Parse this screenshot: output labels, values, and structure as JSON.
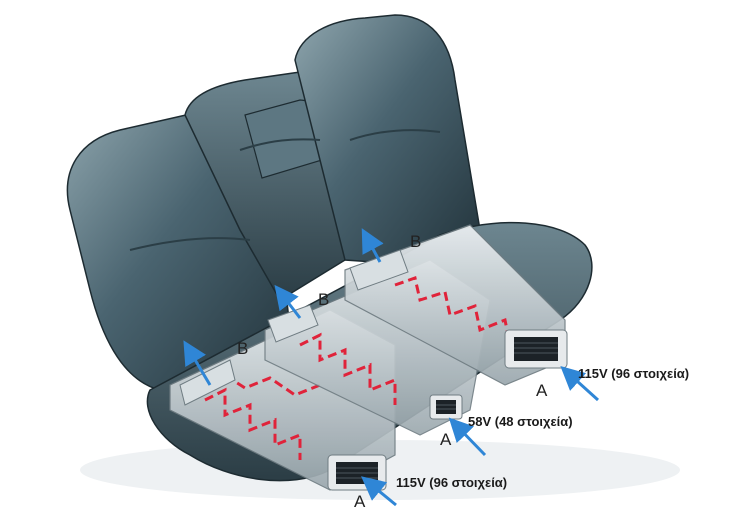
{
  "labels": {
    "b_left": "B",
    "b_mid": "B",
    "b_right": "B",
    "a_left": "A",
    "a_mid": "A",
    "a_right": "A",
    "v_left": "115V (96 στοιχεία)",
    "v_mid": "58V (48 στοιχεία)",
    "v_right": "115V (96 στοιχεία)"
  },
  "colors": {
    "seat": "#4a6470",
    "seat_dark": "#22333b",
    "seat_light": "#8fa6ae",
    "module": "#c9d2d6",
    "heater_trace": "#e0233a",
    "air_arrow": "#2f86d6",
    "grille": "#1c2227"
  },
  "icons": {
    "inlet": "air-inlet-arrow-icon",
    "outlet": "air-outlet-arrow-icon"
  }
}
